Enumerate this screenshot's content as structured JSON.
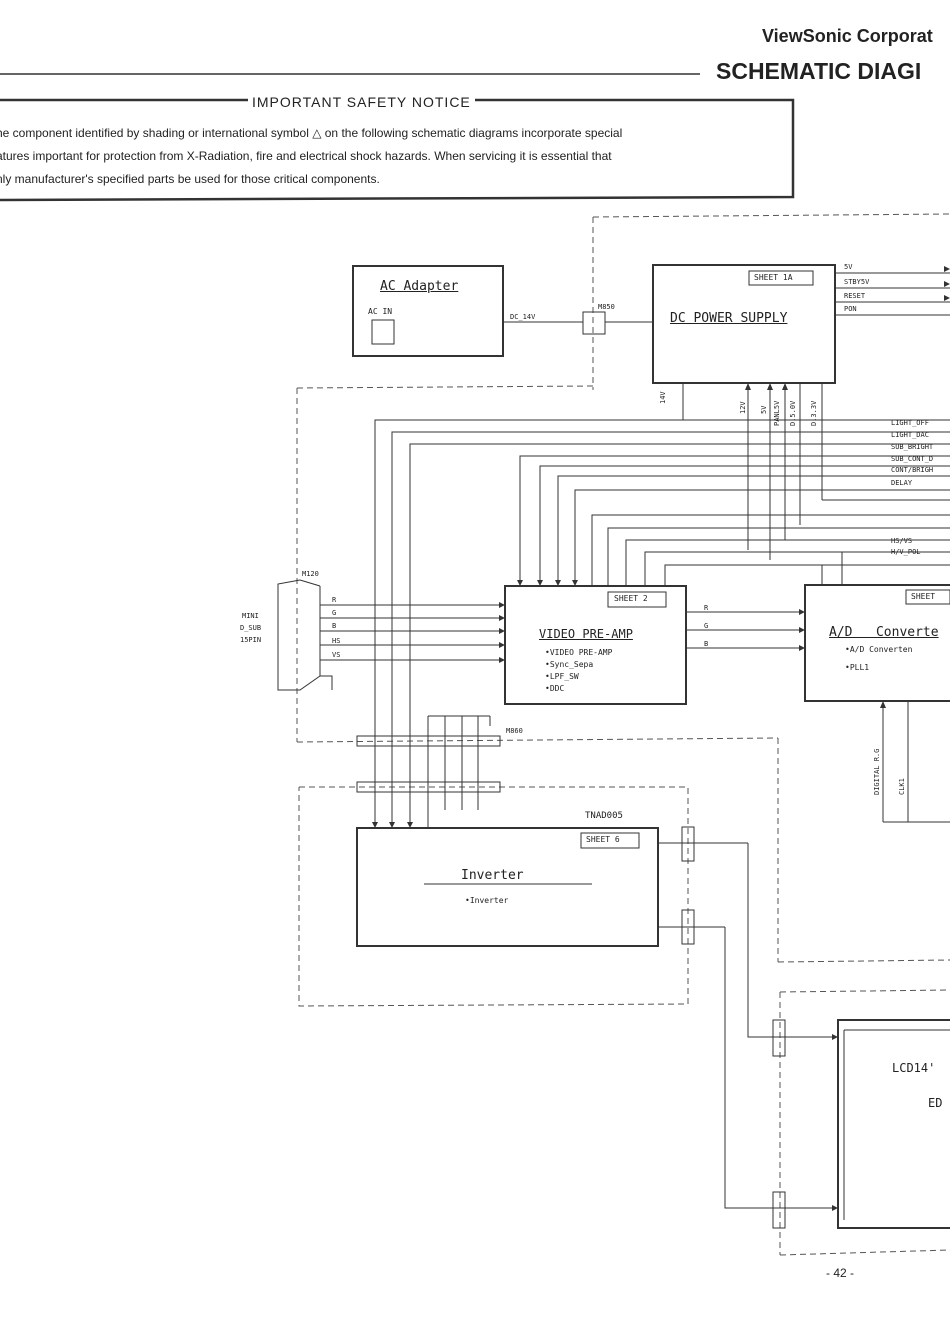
{
  "header": {
    "company": "ViewSonic Corporat",
    "title": "SCHEMATIC DIAGI"
  },
  "notice": {
    "heading": "IMPORTANT SAFETY NOTICE",
    "lines": [
      "he component identified by shading or international symbol  △ on the following schematic diagrams incorporate special",
      "atures important for protection from X-Radiation, fire and electrical shock hazards.  When servicing it is essential that",
      "nly manufacturer's specified parts be used for those critical components."
    ]
  },
  "blocks": {
    "ac_adapter": {
      "title": "AC  Adapter",
      "acin": "AC IN"
    },
    "dc_power": {
      "title": "DC  POWER  SUPPLY",
      "sheet": "SHEET  1A",
      "outputs": [
        "5V",
        "STBY5V",
        "RESET",
        "PON"
      ],
      "rails": [
        "14V",
        "12V",
        "5V",
        "PANL5V",
        "D.5.0V",
        "D.3.3V"
      ]
    },
    "video_preamp": {
      "title": "VIDEO  PRE-AMP",
      "sheet": "SHEET  2",
      "items": [
        "•VIDEO  PRE-AMP",
        "•Sync_Sepa",
        "•LPF_SW",
        "•DDC"
      ]
    },
    "ad_converter": {
      "title": "A/D   Converte",
      "sheet": "SHEET",
      "items": [
        "•A/D  Converten",
        "•PLL1"
      ]
    },
    "inverter": {
      "title": "Inverter",
      "sheet": "SHEET  6",
      "ref": "TNAD005",
      "items": [
        "•Inverter"
      ]
    },
    "lcd": {
      "title": "LCD14'",
      "sub": "ED"
    }
  },
  "labels": {
    "dc14v": "DC_14V",
    "m850": "M850",
    "m860": "M860",
    "m120": "M120",
    "connector": [
      "MINI",
      "D_SUB",
      "15PIN"
    ],
    "vga_signals": [
      "R",
      "G",
      "B",
      "HS",
      "VS"
    ],
    "rgb_out": [
      "R",
      "G",
      "B"
    ],
    "bus": [
      "LIGHT_OFF",
      "LIGHT_DAC",
      "SUB_BRIGHT",
      "SUB_CONT_D",
      "CONT/BRIGH",
      "DELAY"
    ],
    "sync": [
      "HS/VS",
      "H/V_POL"
    ],
    "digital": "DIGITAL R.G",
    "clk": "CLK1"
  },
  "page_number": "- 42 -"
}
